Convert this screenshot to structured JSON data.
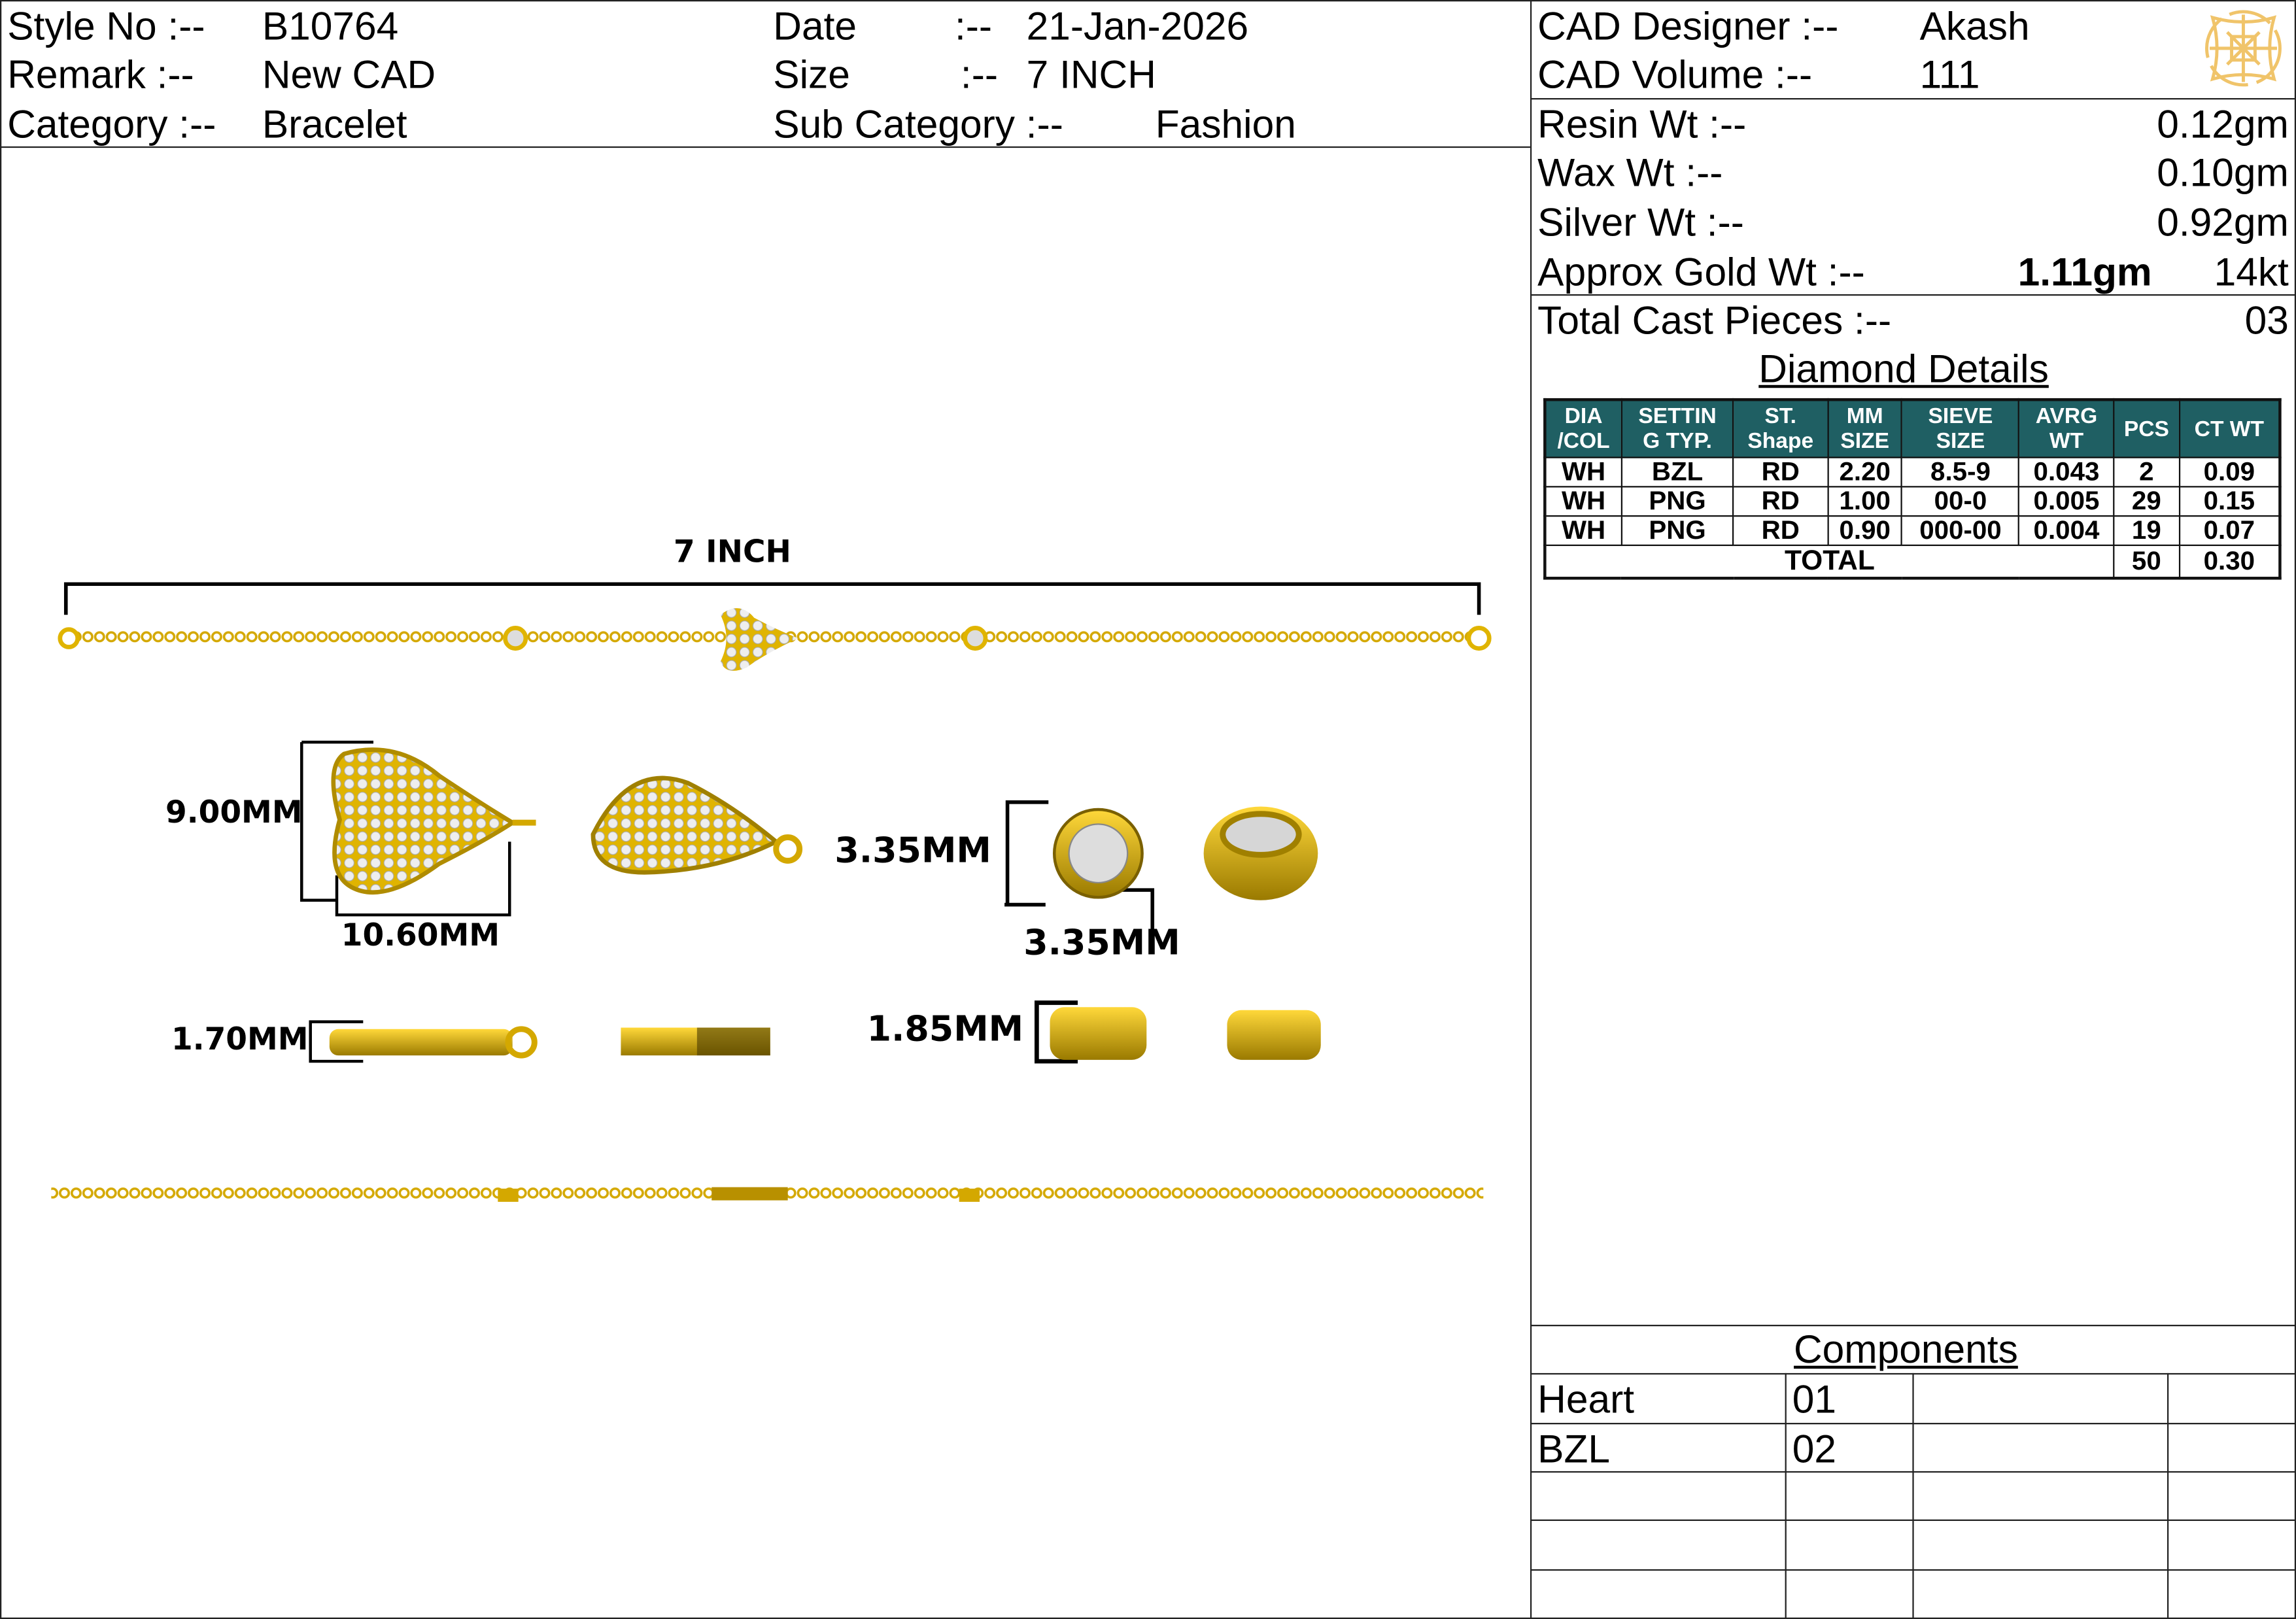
{
  "header": {
    "style_no_label": "Style No :--",
    "style_no": "B10764",
    "remark_label": "Remark  :--",
    "remark": "New CAD",
    "category_label": "Category :--",
    "category": "Bracelet",
    "date_label": "Date",
    "date_sep": ":--",
    "date": "21-Jan-2026",
    "size_label": "Size",
    "size_sep": ":--",
    "size": "7 INCH",
    "sub_category_label": "Sub Category :--",
    "sub_category": "Fashion"
  },
  "cad": {
    "designer_label": "CAD   Designer :--",
    "designer": "Akash",
    "volume_label": "CAD    Volume  :--",
    "volume": "111"
  },
  "weights": {
    "resin_label": "Resin Wt :--",
    "resin": "0.12gm",
    "wax_label": "Wax   Wt :--",
    "wax": "0.10gm",
    "silver_label": "Silver Wt :--",
    "silver": "0.92gm",
    "gold_label": "Approx Gold Wt :--",
    "gold": "1.11gm",
    "gold_karat": "14kt",
    "cast_label": "Total Cast Pieces :--",
    "cast": "03"
  },
  "diamond": {
    "title": "Diamond Details",
    "headers": [
      [
        "DIA",
        "/COL"
      ],
      [
        "SETTIN",
        "G TYP."
      ],
      [
        "ST.",
        "Shape"
      ],
      [
        "MM",
        "SIZE"
      ],
      [
        "SIEVE",
        "SIZE"
      ],
      [
        "AVRG",
        "WT"
      ],
      [
        "PCS",
        ""
      ],
      [
        "CT WT",
        ""
      ]
    ],
    "rows": [
      [
        "WH",
        "BZL",
        "RD",
        "2.20",
        "8.5-9",
        "0.043",
        "2",
        "0.09"
      ],
      [
        "WH",
        "PNG",
        "RD",
        "1.00",
        "00-0",
        "0.005",
        "29",
        "0.15"
      ],
      [
        "WH",
        "PNG",
        "RD",
        "0.90",
        "000-00",
        "0.004",
        "19",
        "0.07"
      ]
    ],
    "total_label": "TOTAL",
    "total_pcs": "50",
    "total_ct": "0.30"
  },
  "components": {
    "title": "Components",
    "rows": [
      [
        "Heart",
        "01"
      ],
      [
        "BZL",
        "02"
      ]
    ]
  },
  "drawing": {
    "length": "7 INCH",
    "heart_height": "9.00MM",
    "heart_width": "10.60MM",
    "heart_thickness": "1.70MM",
    "bezel_dia": "3.35MM",
    "bezel_dia2": "3.35MM",
    "bezel_height": "1.85MM"
  },
  "colors": {
    "gold": "#e0b400",
    "teal": "#1f5f63",
    "logo": "#f0c46a"
  }
}
